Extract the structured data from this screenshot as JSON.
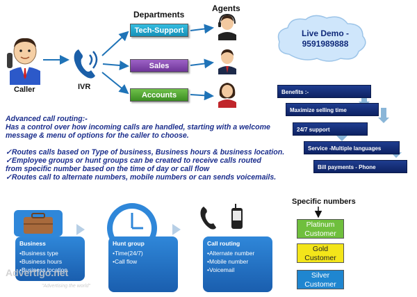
{
  "header": {
    "departments_title": "Departments",
    "agents_title": "Agents"
  },
  "caller": {
    "label": "Caller"
  },
  "ivr": {
    "label": "IVR"
  },
  "departments": [
    {
      "label": "Tech-Support"
    },
    {
      "label": "Sales"
    },
    {
      "label": "Accounts"
    }
  ],
  "live_demo": {
    "line1": "Live Demo -",
    "line2": "9591989888"
  },
  "benefits": [
    "Benefits :-",
    "Maximize selling time",
    "24/7 support",
    "Service -Multiple languages",
    "Bill payments - Phone"
  ],
  "description": {
    "intro": [
      "Advanced call routing:-",
      "Has a control over how incoming calls are handled, starting with a welcome",
      "message & menu of options for the caller to choose."
    ],
    "points": [
      "✓Routes calls based on Type of business, Business hours & business location.",
      "✓Employee groups or hunt groups can be created to receive calls routed",
      "from specific number based on  the time of  day or call flow",
      "✓Routes call to alternate numbers, mobile numbers or can sends voicemails."
    ]
  },
  "panels": [
    {
      "title": "Business",
      "items": [
        "Business type",
        "Business hours",
        "Business location"
      ]
    },
    {
      "title": "Hunt group",
      "items": [
        "Time(24/7)",
        "Call flow"
      ]
    },
    {
      "title": "Call routing",
      "items": [
        "Alternate number",
        "Mobile number",
        "Voicemail"
      ]
    }
  ],
  "specific_numbers": {
    "title": "Specific numbers",
    "tiers": [
      {
        "line1": "Platinum",
        "line2": "Customer"
      },
      {
        "line1": "Gold",
        "line2": "Customer"
      },
      {
        "line1": "Silver",
        "line2": "Customer"
      }
    ]
  },
  "watermark": {
    "brand": "Advertigo.net",
    "tagline": "\"Advertising  the world\""
  },
  "colors": {
    "tech_support": "#1f9fcc",
    "sales": "#7e45a8",
    "accounts": "#4ca52b",
    "benefits": "#142f7a",
    "benefit_arrow": "#8ab6d8",
    "panel": "#2472c4",
    "platinum": "#6fbf3d",
    "gold": "#f3e51a",
    "silver": "#1f86d0",
    "text_blue": "#1b2e8c"
  }
}
